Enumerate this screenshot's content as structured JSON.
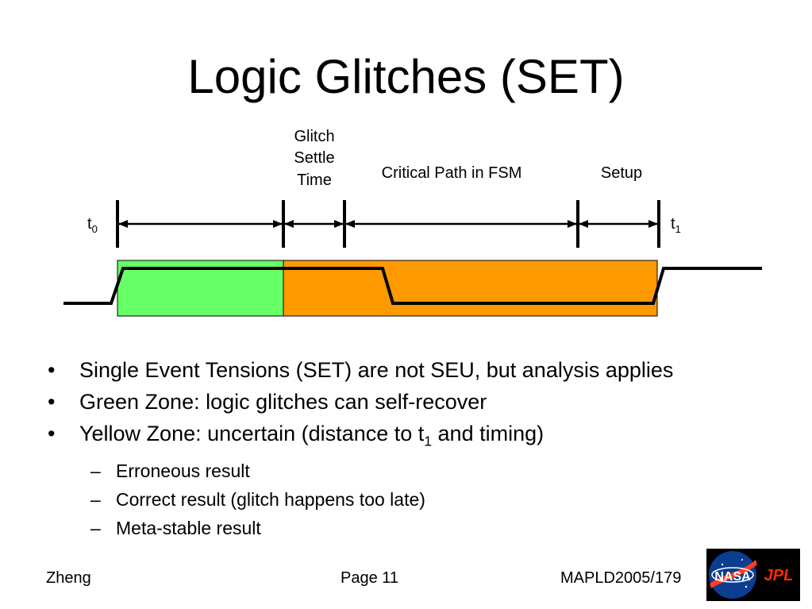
{
  "slide": {
    "title": "Logic Glitches (SET)"
  },
  "diagram": {
    "labels": {
      "glitch_settle_line1": "Glitch",
      "glitch_settle_line2": "Settle",
      "glitch_settle_line3": "Time",
      "critical_path": "Critical Path in FSM",
      "setup": "Setup",
      "t0_base": "t",
      "t0_sub": "0",
      "t1_base": "t",
      "t1_sub": "1"
    },
    "colors": {
      "green_zone": "#66ff66",
      "yellow_zone": "#ff9900",
      "line": "#000000"
    }
  },
  "bullets": {
    "b1": "Single Event Tensions (SET) are not SEU, but analysis applies",
    "b2": "Green Zone: logic glitches can self-recover",
    "b3_pre": "Yellow Zone: uncertain (distance to t",
    "b3_sub": "1",
    "b3_post": " and timing)",
    "s1": "Erroneous result",
    "s2": "Correct result (glitch happens too late)",
    "s3": "Meta-stable result",
    "bullet_mark": "•",
    "dash_mark": "–"
  },
  "footer": {
    "left": "Zheng",
    "center": "Page 11",
    "right": "MAPLD2005/179"
  },
  "logo": {
    "nasa": "NASA",
    "jpl": "JPL"
  }
}
